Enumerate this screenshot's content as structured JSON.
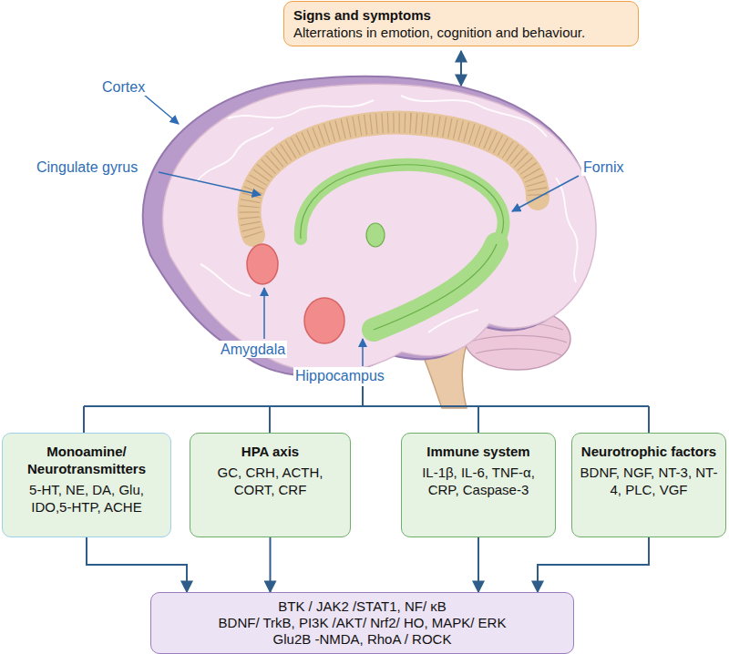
{
  "diagram": {
    "nodes": [
      {
        "text": [
          "Signs and symptoms",
          "Alterrations in emotion, cognition and behaviour."
        ]
      },
      {
        "text": [
          "Monoamine/ Neurotransmitters",
          "5-HT, NE, DA, Glu, IDO,5-HTP, ACHE"
        ]
      },
      {
        "text": [
          "HPA axis",
          "GC, CRH, ACTH, CORT, CRF"
        ]
      },
      {
        "text": [
          "Immune system",
          "IL-1β, IL-6, TNF-α, CRP, Caspase-3"
        ]
      },
      {
        "text": [
          "Neurotrophic factors",
          "BDNF, NGF, NT-3, NT-4, PLC, VGF"
        ]
      },
      {
        "text": [
          "BTK / JAK2 /STAT1, NF/ κB",
          "BDNF/ TrkB, PI3K /AKT/ Nrf2/ HO, MAPK/ ERK",
          "Glu2B -NMDA, RhoA / ROCK"
        ]
      }
    ],
    "edges": [
      {
        "from": 1,
        "to": 5,
        "arrow": "to"
      },
      {
        "from": 2,
        "to": 5,
        "arrow": "to"
      },
      {
        "from": 3,
        "to": 5,
        "arrow": "to"
      },
      {
        "from": 4,
        "to": 5,
        "arrow": "to"
      }
    ],
    "labels": [
      "Cortex",
      "Cingulate gyrus",
      "Fornix",
      "Amygdala",
      "Hippocampus"
    ]
  }
}
